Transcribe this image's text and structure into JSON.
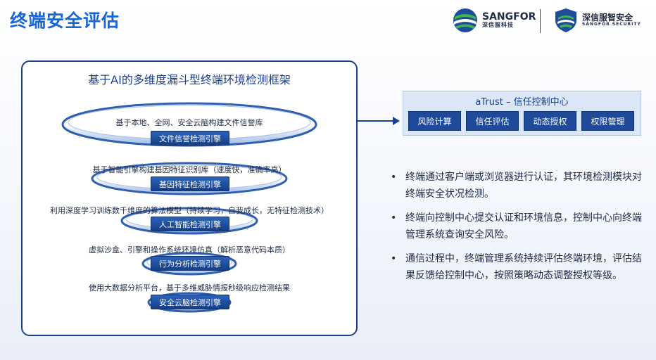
{
  "header": {
    "title": "终端安全评估"
  },
  "logos": {
    "sangfor": {
      "name": "SANGFOR",
      "sub": "深信服科技"
    },
    "security": {
      "name": "深信服智安全",
      "sub": "SANGFOR SECURITY"
    }
  },
  "framework": {
    "title": "基于AI的多维度漏斗型终端环境检测框架",
    "layers": [
      {
        "desc": "基于本地、全网、安全云脑构建文件信誉库",
        "engine": "文件信誉检测引擎"
      },
      {
        "desc": "基于智能引擎构建基因特征识别库（速度快，准确率高）",
        "engine": "基因特征检测引擎"
      },
      {
        "desc": "利用深度学习训练数千维度的算法模型（持续学习，自我成长，无特征检测技术）",
        "engine": "人工智能检测引擎"
      },
      {
        "desc": "虚拟沙盒、引擎和操作系统环境仿真（解析恶意代码本质）",
        "engine": "行为分析检测引擎"
      },
      {
        "desc": "使用大数据分析平台，基于多维威胁情报秒级响应检测结果",
        "engine": "安全云脑检测引擎"
      }
    ]
  },
  "atrust": {
    "title": "aTrust – 信任控制中心",
    "buttons": [
      "风险计算",
      "信任评估",
      "动态授权",
      "权限管理"
    ]
  },
  "bullets": {
    "marker": "•",
    "items": [
      "终端通过客户端或浏览器进行认证，其环境检测模块对终端安全状况检测。",
      "终端向控制中心提交认证和环境信息，控制中心向终端管理系统查询安全风险。",
      "通信过程中，终端管理系统持续评估终端环境，评估结果反馈给控制中心，按照策略动态调整授权等级。"
    ]
  },
  "colors": {
    "title_blue": "#1565d8",
    "navy": "#1b3f8e",
    "button_blue": "#1f4a99",
    "panel_bg": "#dbe6f6"
  }
}
